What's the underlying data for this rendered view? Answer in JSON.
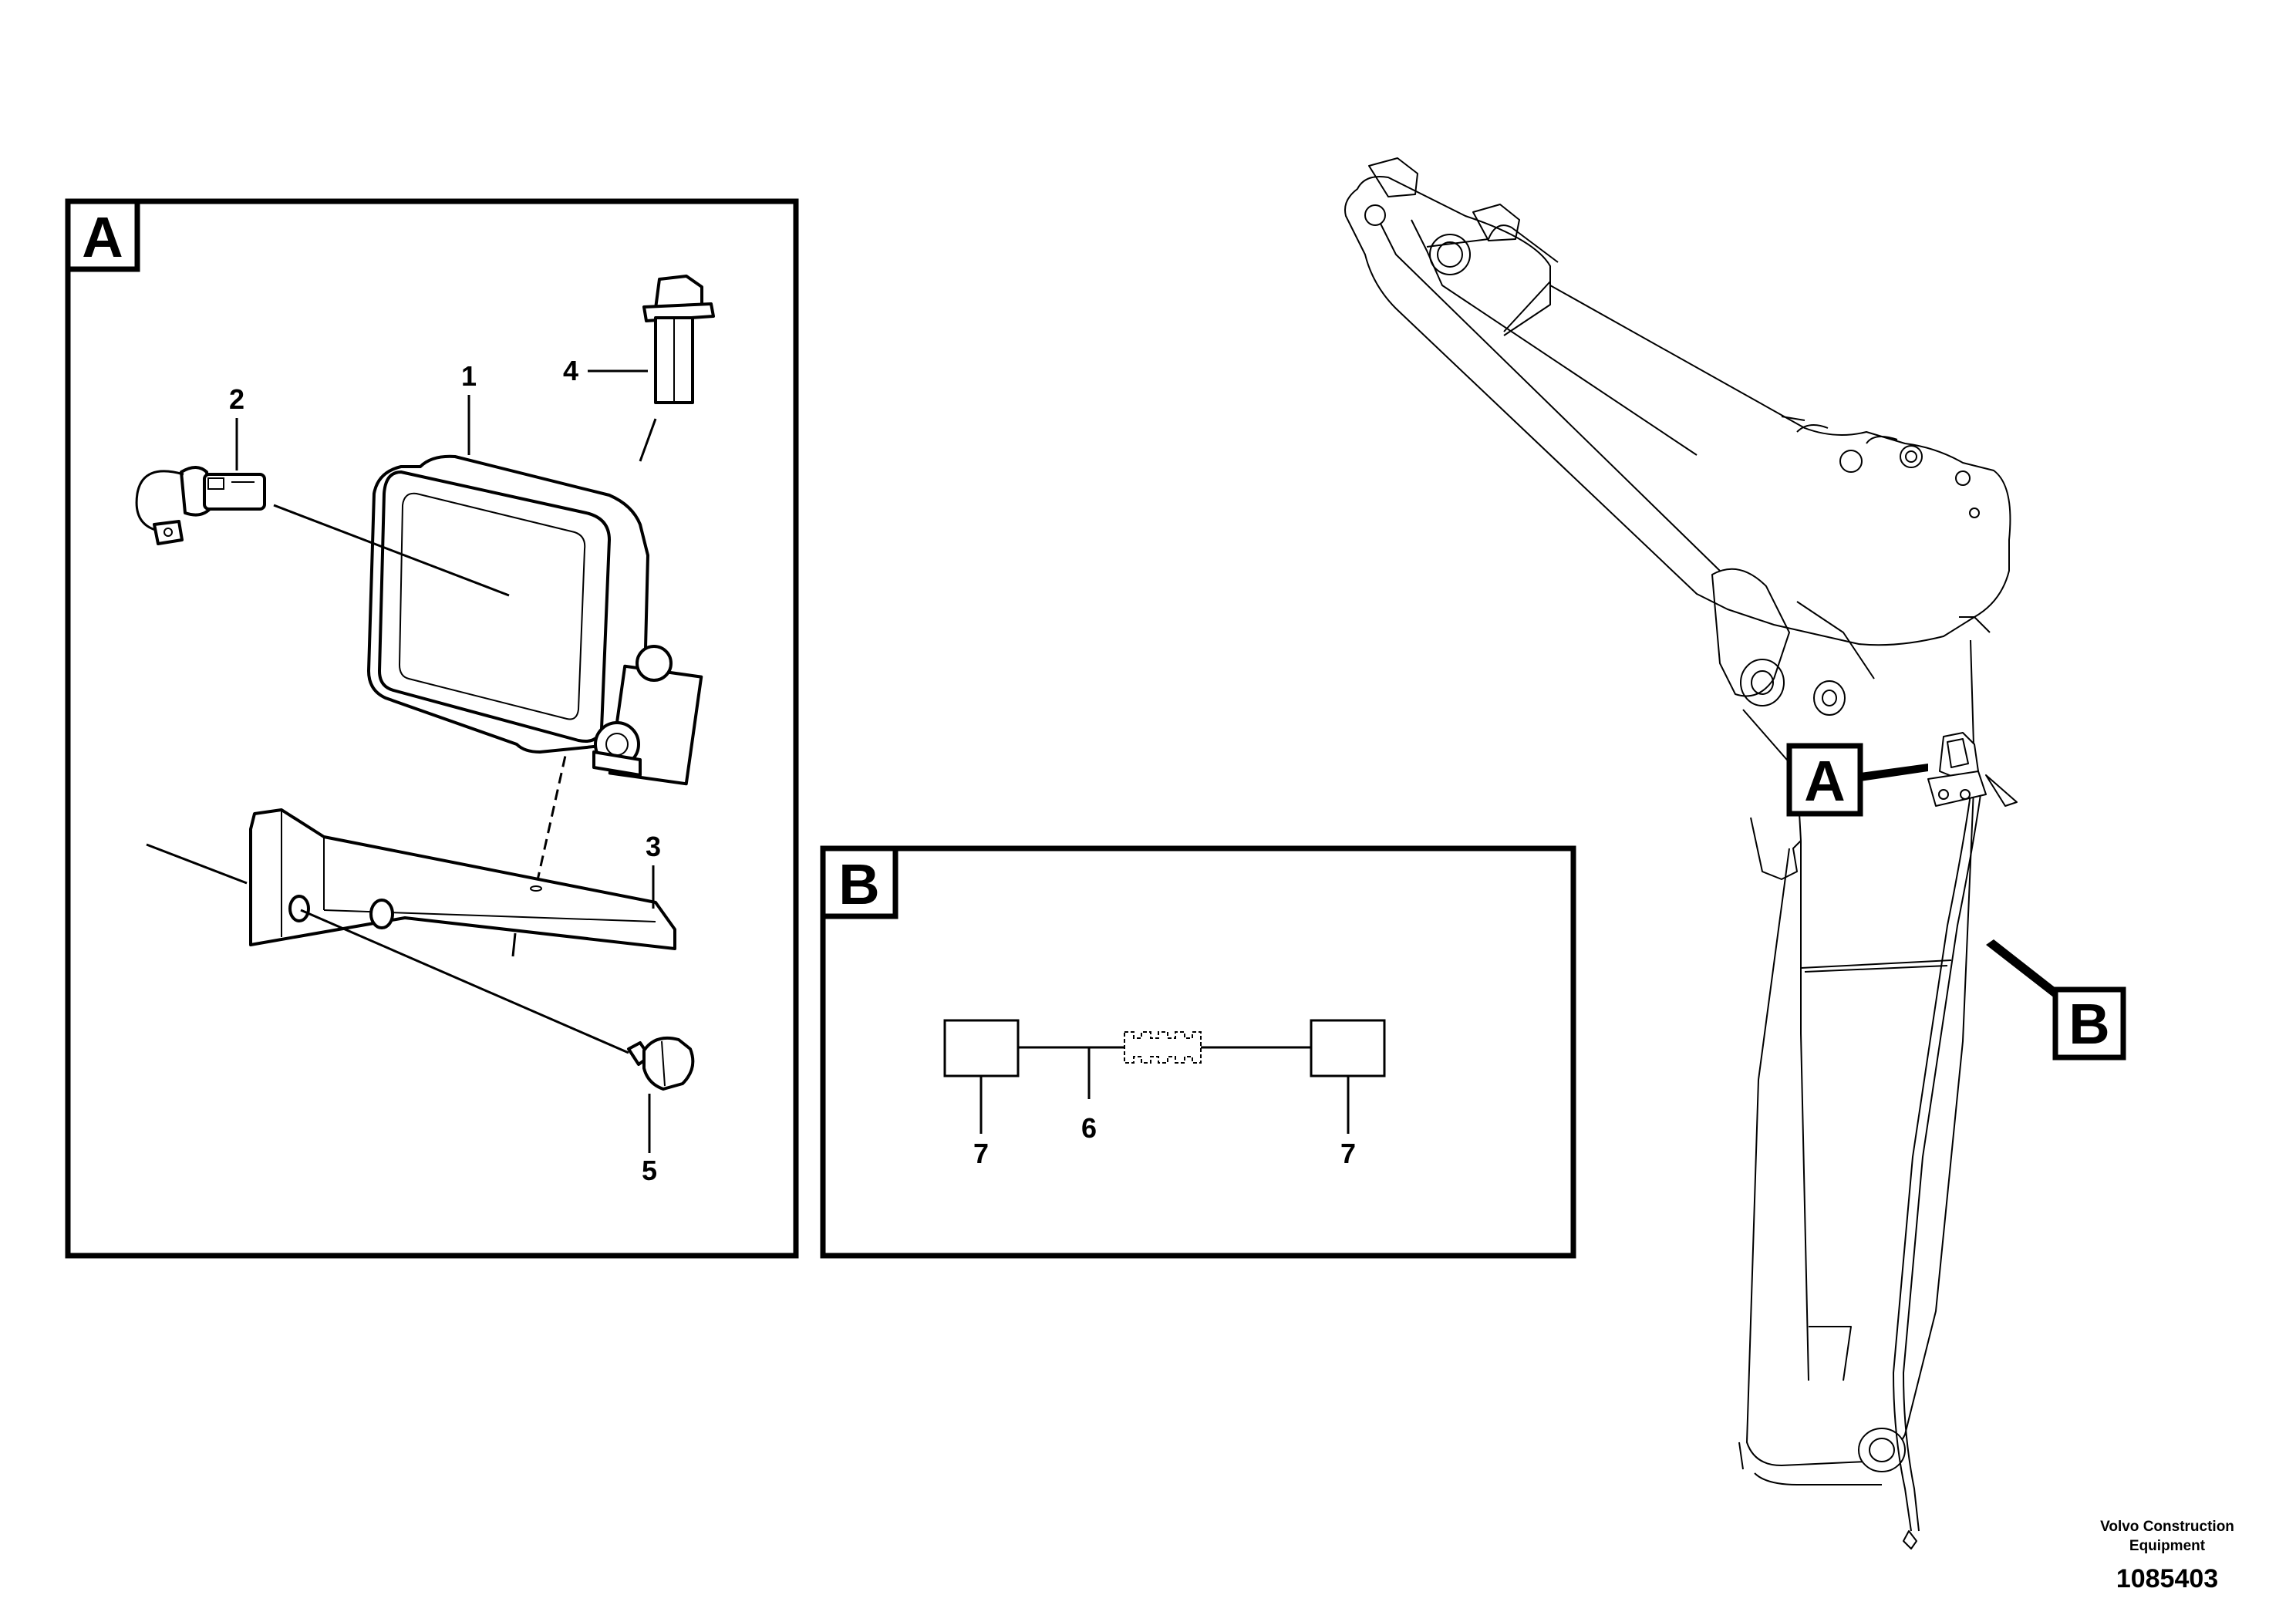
{
  "panel_a": {
    "label": "A",
    "callouts": {
      "c1": "1",
      "c2": "2",
      "c3": "3",
      "c4": "4",
      "c5": "5"
    }
  },
  "panel_b": {
    "label": "B",
    "callouts": {
      "c6": "6",
      "c7_left": "7",
      "c7_right": "7"
    }
  },
  "machine_view": {
    "marker_a": "A",
    "marker_b": "B"
  },
  "footer": {
    "company_line1": "Volvo Construction",
    "company_line2": "Equipment",
    "drawing_number": "1085403"
  }
}
